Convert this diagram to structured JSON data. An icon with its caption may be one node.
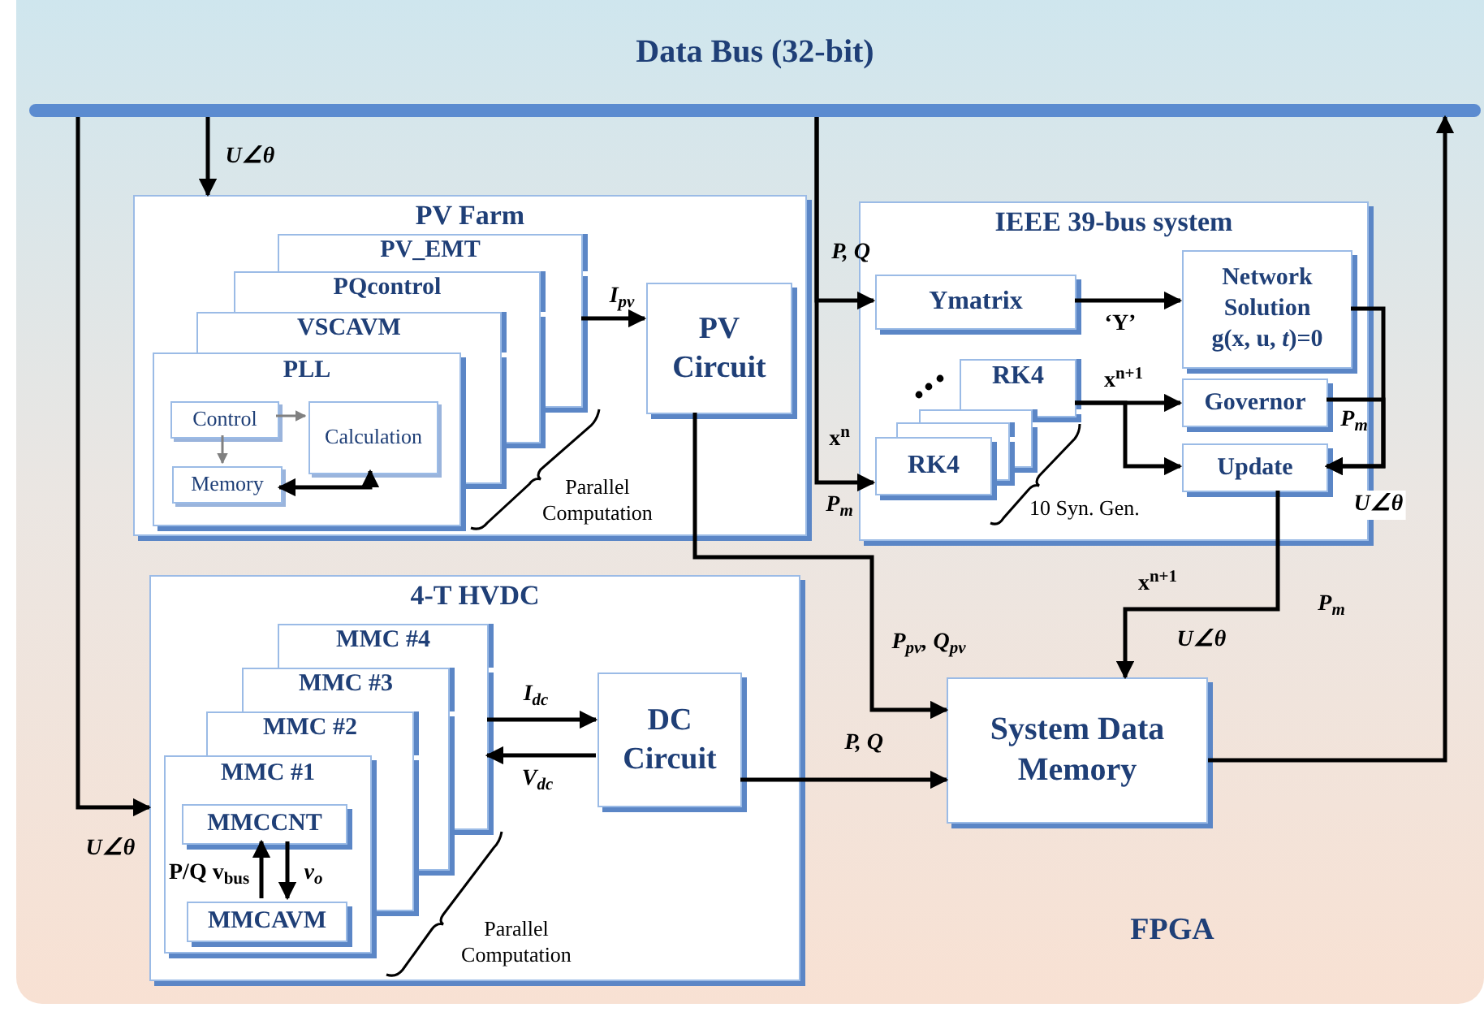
{
  "diagram": {
    "nodes": [
      {
        "text": [
          "Data Bus (32-bit)"
        ]
      },
      {
        "text": [
          "PV Farm"
        ]
      },
      {
        "text": [
          "PV_EMT"
        ],
        "in": 1
      },
      {
        "text": [
          "PQcontrol"
        ],
        "in": 1
      },
      {
        "text": [
          "VSCAVM"
        ],
        "in": 1
      },
      {
        "text": [
          "PLL"
        ],
        "in": 1
      },
      {
        "text": [
          "Control"
        ],
        "in": 5
      },
      {
        "text": [
          "Calculation"
        ],
        "in": 5
      },
      {
        "text": [
          "Memory"
        ],
        "in": 5
      },
      {
        "text": [
          "PV Circuit"
        ],
        "in": 1
      },
      {
        "text": [
          "IEEE 39-bus system"
        ]
      },
      {
        "text": [
          "Ymatrix"
        ],
        "in": 10
      },
      {
        "text": [
          "Network Solution",
          "g(x, u, *t*)=0"
        ],
        "in": 10
      },
      {
        "text": [
          "RK4"
        ],
        "in": 10
      },
      {
        "text": [],
        "shape": "box",
        "in": 10
      },
      {
        "text": [],
        "shape": "box",
        "in": 10
      },
      {
        "text": [
          "RK4"
        ],
        "in": 10
      },
      {
        "text": [
          "Governor"
        ],
        "in": 10
      },
      {
        "text": [
          "Update"
        ],
        "in": 10
      },
      {
        "text": [
          "4-T HVDC"
        ]
      },
      {
        "text": [
          "MMC #4"
        ],
        "in": 19
      },
      {
        "text": [
          "MMC #3"
        ],
        "in": 19
      },
      {
        "text": [
          "MMC #2"
        ],
        "in": 19
      },
      {
        "text": [
          "MMC #1"
        ],
        "in": 19
      },
      {
        "text": [
          "MMCCNT"
        ],
        "in": 23
      },
      {
        "text": [
          "MMCAVM"
        ],
        "in": 23
      },
      {
        "text": [
          "DC Circuit"
        ],
        "in": 19
      },
      {
        "text": [
          "System Data Memory"
        ]
      }
    ],
    "edges": [
      {
        "from": 0,
        "to": 1,
        "arrow": "to",
        "label": "U∠θ"
      },
      {
        "from": 0,
        "to": 19,
        "arrow": "to",
        "label": "U∠θ"
      },
      {
        "from": 6,
        "to": 7,
        "arrow": "to",
        "color": "#808080"
      },
      {
        "from": 6,
        "to": 8,
        "arrow": "to",
        "color": "#808080"
      },
      {
        "from": 8,
        "to": 7,
        "arrow": "both"
      },
      {
        "from": null,
        "to": 9,
        "arrow": "to",
        "label": "I$_{pv}$"
      },
      {
        "from": 0,
        "to": 11,
        "arrow": "to",
        "label": "P, Q"
      },
      {
        "from": 0,
        "to": 16,
        "arrow": "to",
        "label": "x$^{n}$"
      },
      {
        "from": 11,
        "to": 12,
        "arrow": "to",
        "label": "‘Y’"
      },
      {
        "from": 13,
        "to": 17,
        "arrow": "to",
        "label": "x$^{n+1}$"
      },
      {
        "from": 13,
        "to": 18,
        "arrow": "to"
      },
      {
        "from": 12,
        "to": 18,
        "arrow": "to",
        "label": "U∠θ"
      },
      {
        "from": 17,
        "to": 18,
        "arrow": "to",
        "label": "P$_{m}$"
      },
      {
        "from": 9,
        "to": 27,
        "arrow": "to",
        "label": "P$_{pv}$, Q$_{pv}$"
      },
      {
        "from": 18,
        "to": 27,
        "arrow": "to",
        "label": "x$^{n+1}$"
      },
      {
        "from": 26,
        "to": 27,
        "arrow": "to",
        "label": "P, Q"
      },
      {
        "from": null,
        "to": 26,
        "arrow": "to",
        "label": "I$_{dc}$"
      },
      {
        "from": 26,
        "to": null,
        "arrow": "to",
        "label": "V$_{dc}$"
      },
      {
        "from": 27,
        "to": 0,
        "arrow": "to"
      },
      {
        "from": 25,
        "to": 24,
        "arrow": "to",
        "label": "P/Q v$_{bus}$"
      },
      {
        "from": 24,
        "to": 25,
        "arrow": "to",
        "label": "v$_{o}$"
      }
    ],
    "labels": [
      "P$_{m}$",
      "Parallel Computation",
      "10 Syn. Gen.",
      "U∠θ",
      "P$_{m}$",
      "Parallel Computation",
      "FPGA"
    ]
  }
}
